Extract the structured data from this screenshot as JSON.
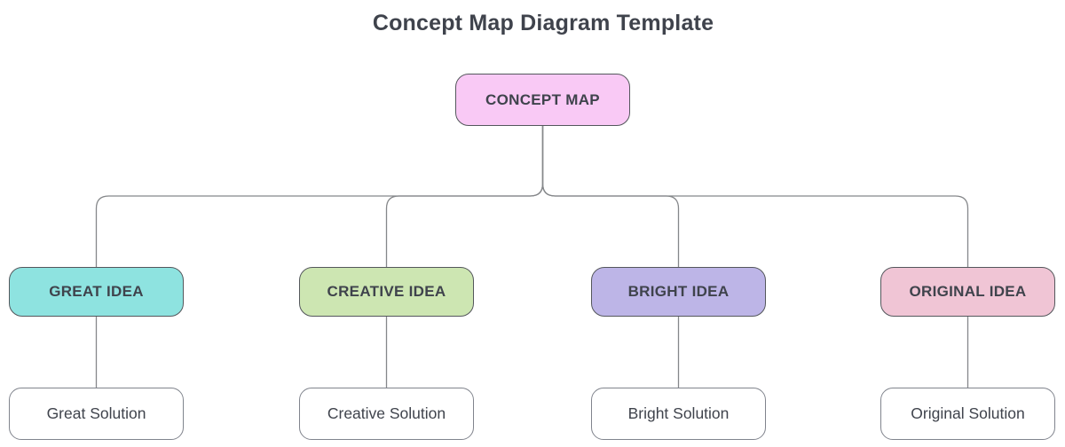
{
  "title": "Concept Map Diagram Template",
  "colors": {
    "text": "#3f434c",
    "line": "#85878a",
    "node_border": "#54575c",
    "leaf_border": "#80848d",
    "leaf_fill": "#ffffff"
  },
  "root": {
    "label": "CONCEPT MAP",
    "fill": "#f9c9f5"
  },
  "branches": [
    {
      "label": "GREAT IDEA",
      "fill": "#8ee3e0",
      "solution": {
        "label": "Great Solution"
      }
    },
    {
      "label": "CREATIVE IDEA",
      "fill": "#cde6b2",
      "solution": {
        "label": "Creative Solution"
      }
    },
    {
      "label": "BRIGHT IDEA",
      "fill": "#bdb5e7",
      "solution": {
        "label": "Bright Solution"
      }
    },
    {
      "label": "ORIGINAL IDEA",
      "fill": "#f0c5d5",
      "solution": {
        "label": "Original Solution"
      }
    }
  ]
}
